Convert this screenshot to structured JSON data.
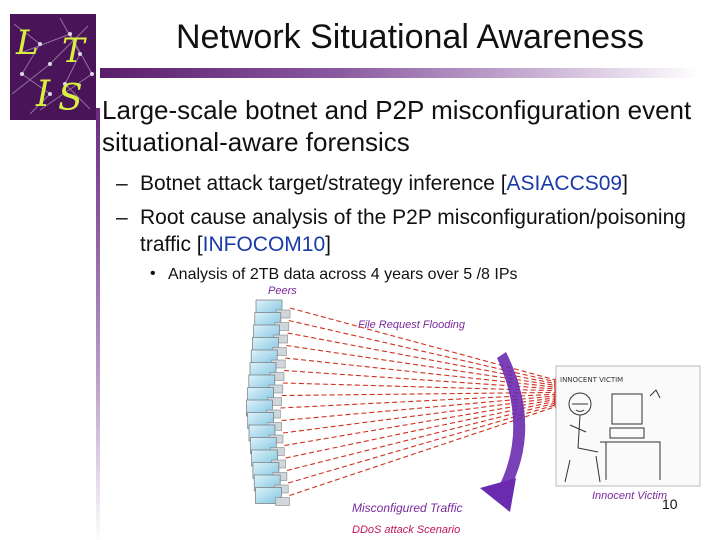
{
  "slide": {
    "title": "Network Situational Awareness",
    "page_number": "10"
  },
  "logo": {
    "letters": [
      "L",
      "I",
      "S",
      "T"
    ]
  },
  "content": {
    "bullet_main": "Large-scale botnet and P2P misconfiguration event situational-aware forensics",
    "sub1": {
      "dash": "–",
      "text": "Botnet attack target/strategy inference [",
      "ref": "ASIACCS09",
      "end": "]"
    },
    "sub2": {
      "dash": "–",
      "text": "Root cause analysis of the P2P misconfiguration/poisoning traffic [",
      "ref": "INFOCOM10",
      "end": "]"
    },
    "subsub": {
      "bullet": "•",
      "text": "Analysis of 2TB data across 4 years over 5 /8 IPs"
    }
  },
  "diagram": {
    "peers_label": "Peers",
    "flood_label": "File Request Flooding",
    "misconfig_label": "Misconfigured Traffic",
    "ddos_label": "DDoS attack Scenario",
    "victim_label": "Innocent Victim",
    "victim_sign": "INNOCENT VICTIM",
    "colors": {
      "arrows": "#d0301f",
      "curve": "#6a2bb0",
      "labels": "#7a2a9c"
    }
  },
  "colors": {
    "accent": "#5a1d6c",
    "ref": "#1a3aa8"
  }
}
